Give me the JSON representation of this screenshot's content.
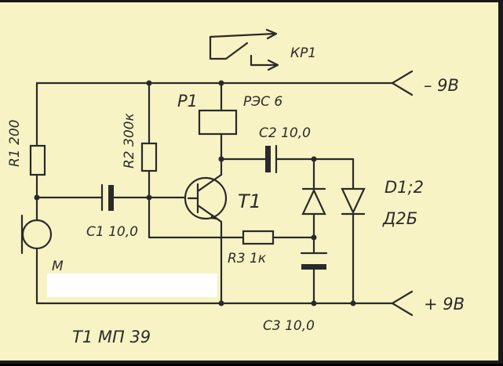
{
  "labels": {
    "relay_contact": "КР1",
    "relay": "Р1",
    "relay_type": "РЭС 6",
    "supply_neg": "– 9В",
    "supply_pos": "+ 9В",
    "r1": "R1 200",
    "r2": "R2 300к",
    "r3": "R3 1к",
    "c1": "С1 10,0",
    "c2": "С2 10,0",
    "c3": "С3 10,0",
    "t1": "Т1",
    "diodes": "D1;2",
    "diode_type": "Д2Б",
    "mic": "М",
    "transistor_type": "Т1 МП 39"
  }
}
